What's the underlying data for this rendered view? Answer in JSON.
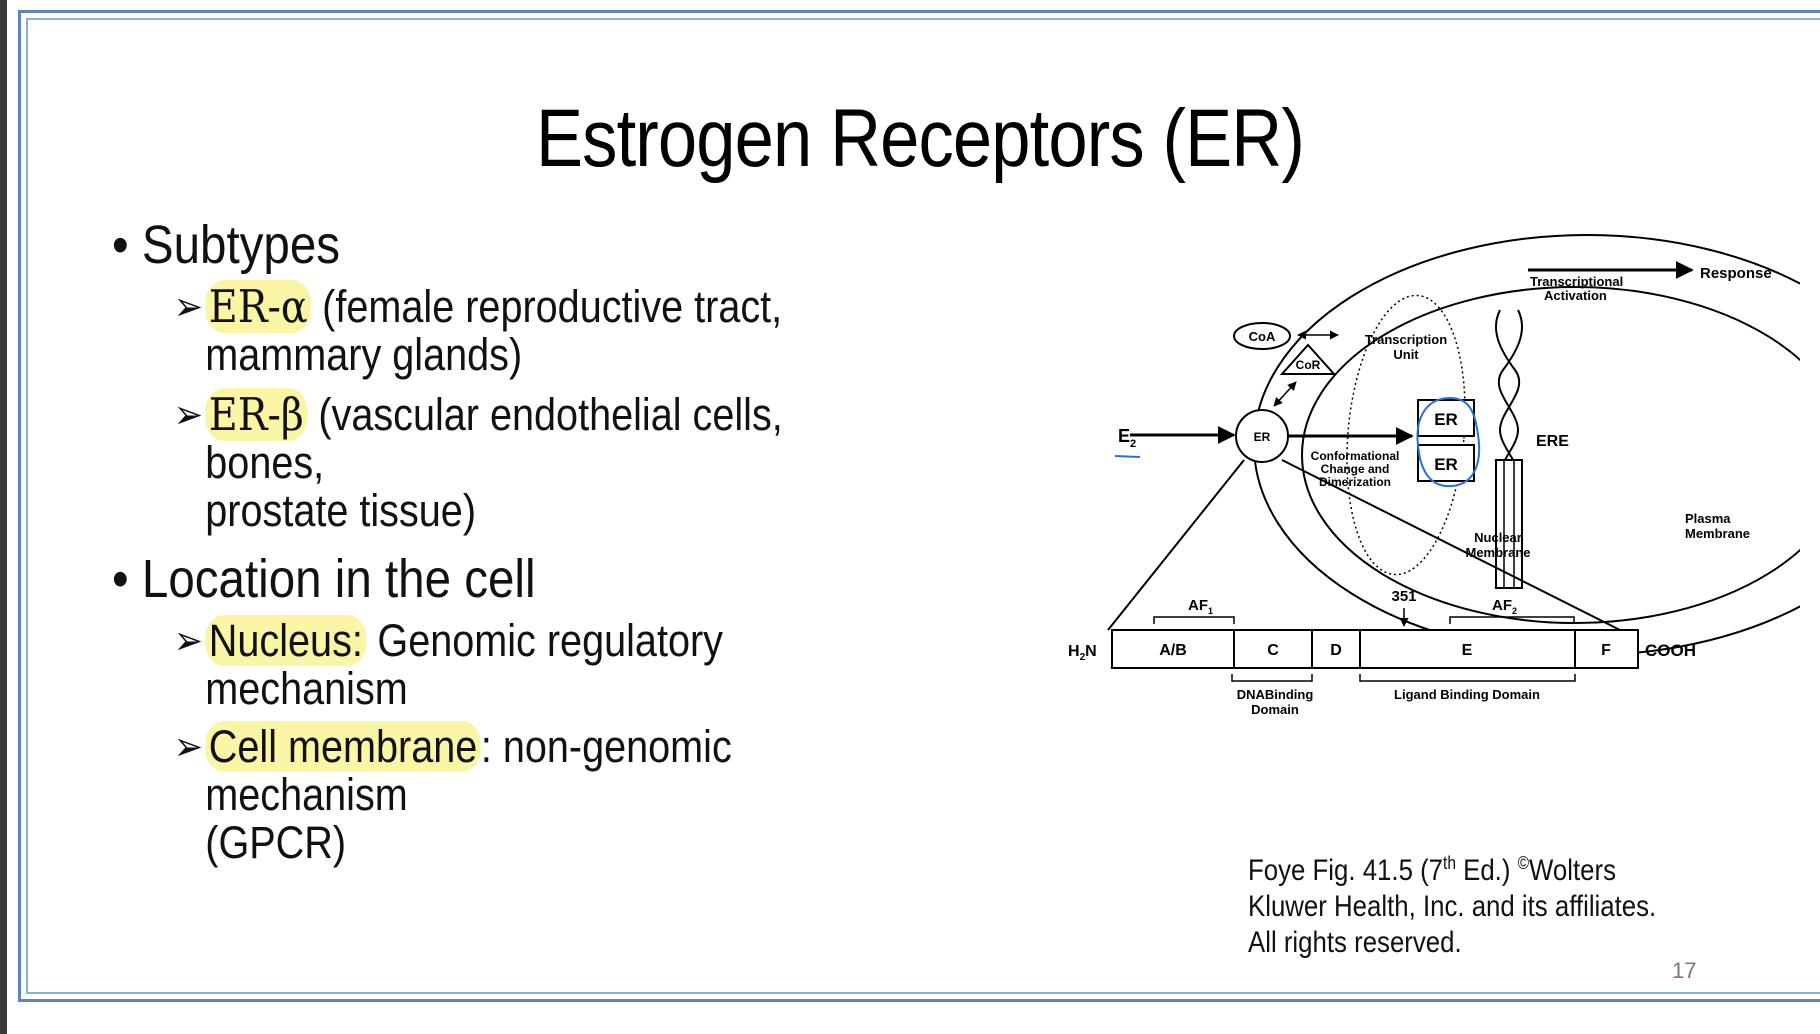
{
  "slide": {
    "title": "Estrogen Receptors (ER)",
    "page_number": "17"
  },
  "bullets": {
    "subtypes": "Subtypes",
    "er_alpha_label": "ER-α",
    "er_alpha_desc_1": "(female reproductive tract,",
    "er_alpha_desc_2": "mammary glands)",
    "er_beta_label": "ER-β",
    "er_beta_desc_1": "(vascular endothelial cells, bones,",
    "er_beta_desc_2": "prostate tissue)",
    "location": "Location in the cell",
    "nucleus_label": "Nucleus:",
    "nucleus_desc": "Genomic regulatory mechanism",
    "membrane_label": "Cell membrane",
    "membrane_desc": ": non-genomic mechanism",
    "membrane_desc_2": "(GPCR)"
  },
  "figure": {
    "response": "Response",
    "transcriptional": "Transcriptional",
    "activation": "Activation",
    "transcription": "Transcription",
    "unit": "Unit",
    "coa": "CoA",
    "cor": "CoR",
    "e2": "E",
    "e2_sub": "2",
    "er_small": "ER",
    "er_top": "ER",
    "er_bottom": "ER",
    "ere": "ERE",
    "conformational": "Conformational",
    "change_and": "Change and",
    "dimerization": "Dimerization",
    "nuclear": "Nuclear",
    "nuclear_membrane": "Membrane",
    "plasma": "Plasma",
    "plasma_membrane": "Membrane",
    "af1": "AF",
    "af1_sub": "1",
    "af2": "AF",
    "af2_sub": "2",
    "pos_351": "351",
    "h2n": "H",
    "h2n_sub": "2",
    "h2n_n": "N",
    "seg_ab": "A/B",
    "seg_c": "C",
    "seg_d": "D",
    "seg_e": "E",
    "seg_f": "F",
    "cooh": "COOH",
    "dna_binding_1": "DNABinding",
    "dna_binding_2": "Domain",
    "ligand_binding": "Ligand Binding Domain"
  },
  "caption": {
    "line1_a": "Foye Fig. 41.5 (7",
    "line1_sup": "th",
    "line1_b": " Ed.) ",
    "line1_copy": "©",
    "line1_c": "Wolters",
    "line2": "Kluwer Health, Inc. and its affiliates.",
    "line3": "All rights reserved."
  },
  "colors": {
    "highlight": "#fbf5a6",
    "border": "#5f86b8",
    "annotation_pen": "#2a6fd6"
  }
}
